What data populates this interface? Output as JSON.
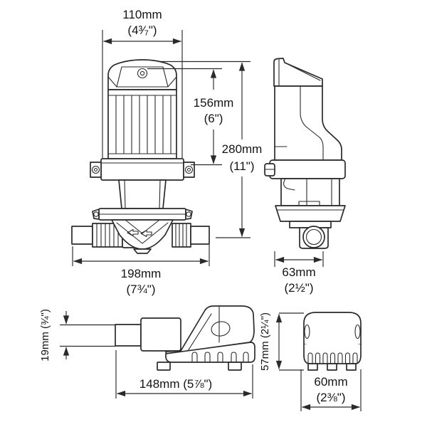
{
  "page": {
    "background": "#ffffff",
    "line_color": "#2a2a2a"
  },
  "views": {
    "front": {
      "name": "pump-front-view",
      "dims": {
        "motor_width": {
          "mm": "110mm",
          "in": "(4³⁄₇\")"
        },
        "motor_height": {
          "mm": "156mm",
          "in": "(6\")"
        },
        "overall_height": {
          "mm": "280mm",
          "in": "(11\")"
        },
        "overall_width": {
          "mm": "198mm",
          "in": "(7¾\")"
        }
      }
    },
    "side": {
      "name": "pump-side-view",
      "dims": {
        "depth": {
          "mm": "63mm",
          "in": "(2½\")"
        }
      }
    },
    "inline": {
      "name": "pump-horizontal-view",
      "dims": {
        "port_height": {
          "label": "19mm (¾\")"
        },
        "length": {
          "label": "148mm (5⅞\")"
        }
      }
    },
    "end": {
      "name": "pump-end-view",
      "dims": {
        "height": {
          "label": "57mm (2¼\")"
        },
        "width": {
          "mm": "60mm",
          "in": "(2⅜\")"
        }
      }
    }
  }
}
